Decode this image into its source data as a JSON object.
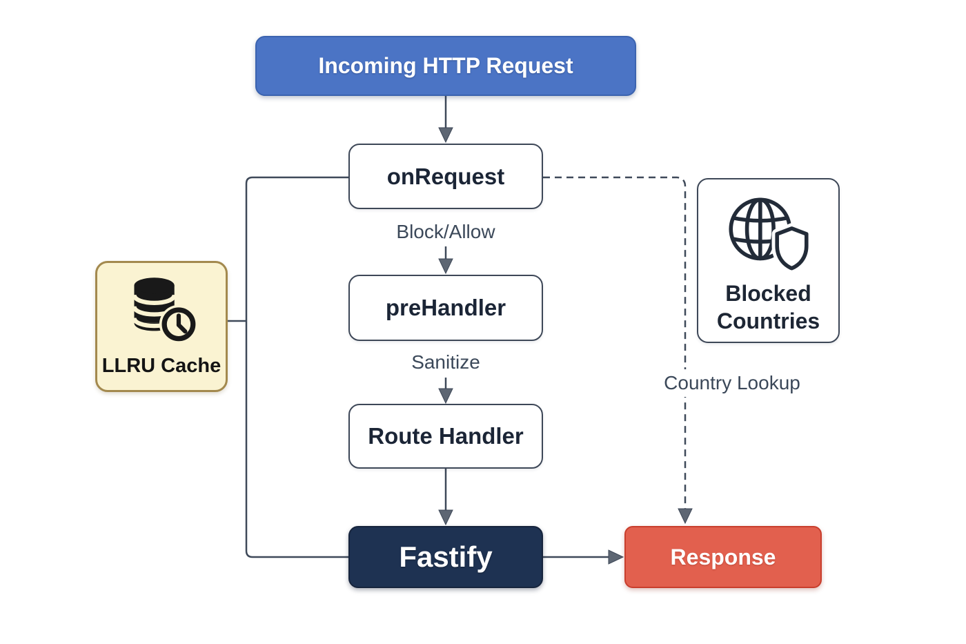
{
  "diagram": {
    "nodes": {
      "incoming": {
        "label": "Incoming HTTP Request"
      },
      "on_request": {
        "label": "onRequest"
      },
      "pre_handler": {
        "label": "preHandler"
      },
      "route_handler": {
        "label": "Route Handler"
      },
      "fastify": {
        "label": "Fastify"
      },
      "response": {
        "label": "Response"
      },
      "llru_cache": {
        "label": "LLRU Cache",
        "icon": "database-clock-icon"
      },
      "blocked_countries": {
        "label": "Blocked Countries",
        "icon": "globe-shield-icon"
      }
    },
    "edge_labels": {
      "block_allow": "Block/Allow",
      "sanitize": "Sanitize",
      "country_lookup": "Country Lookup"
    },
    "colors": {
      "incoming_fill": "#4b74c5",
      "incoming_border": "#3b63af",
      "fastify_fill": "#1e3252",
      "response_fill": "#e2604e",
      "response_border": "#c83e2d",
      "llru_fill": "#faf3d2",
      "llru_border": "#a3894e",
      "node_border": "#3d4757",
      "line": "#3e4959",
      "arrowhead": "#5d6673",
      "text_dark": "#1b2536",
      "text_slate": "#3b4859",
      "canvas_bg": "#ffffff"
    }
  }
}
